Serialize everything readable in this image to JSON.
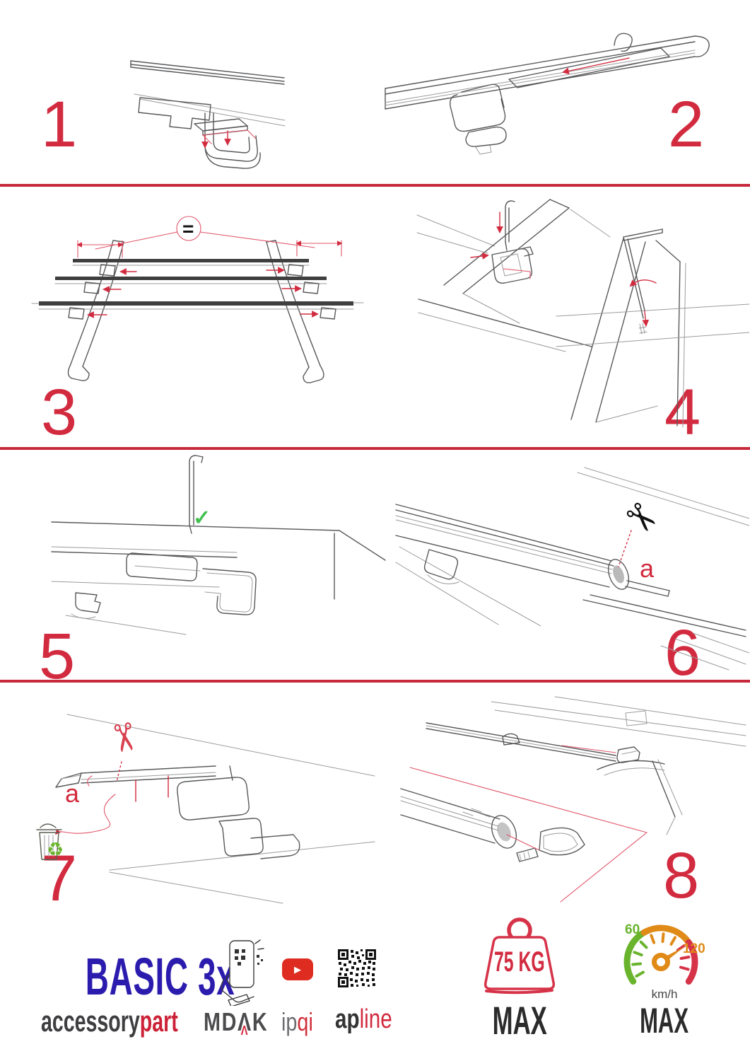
{
  "colors": {
    "accent_red": "#d22b3f",
    "divider_red": "#c62a3c",
    "brand_blue": "#2c1cae",
    "green": "#6ab42d",
    "orange": "#e08a17",
    "crimson": "#d63349",
    "line_art_gray": "#58595b"
  },
  "steps": [
    {
      "number": "1"
    },
    {
      "number": "2"
    },
    {
      "number": "3"
    },
    {
      "number": "4"
    },
    {
      "number": "5"
    },
    {
      "number": "6"
    },
    {
      "number": "7"
    },
    {
      "number": "8"
    }
  ],
  "annotations": {
    "equal": "=",
    "label_a": "a"
  },
  "icons": {
    "check": "✓",
    "scissors": "✂",
    "recycle": "♻",
    "play": "▶"
  },
  "footer": {
    "title": "BASIC 3x",
    "brand": {
      "black": "accessory",
      "red": "part"
    },
    "mdak": {
      "pre": "MD",
      "caret": "Λ",
      "post": "K"
    },
    "ipqi": {
      "gray": "ip",
      "red": "qi"
    },
    "apline": {
      "black": "ap",
      "red": "line"
    },
    "weight": {
      "value": "75 KG",
      "max": "MAX"
    },
    "speed": {
      "low": "60",
      "high": "120",
      "unit": "km/h",
      "max": "MAX"
    }
  }
}
